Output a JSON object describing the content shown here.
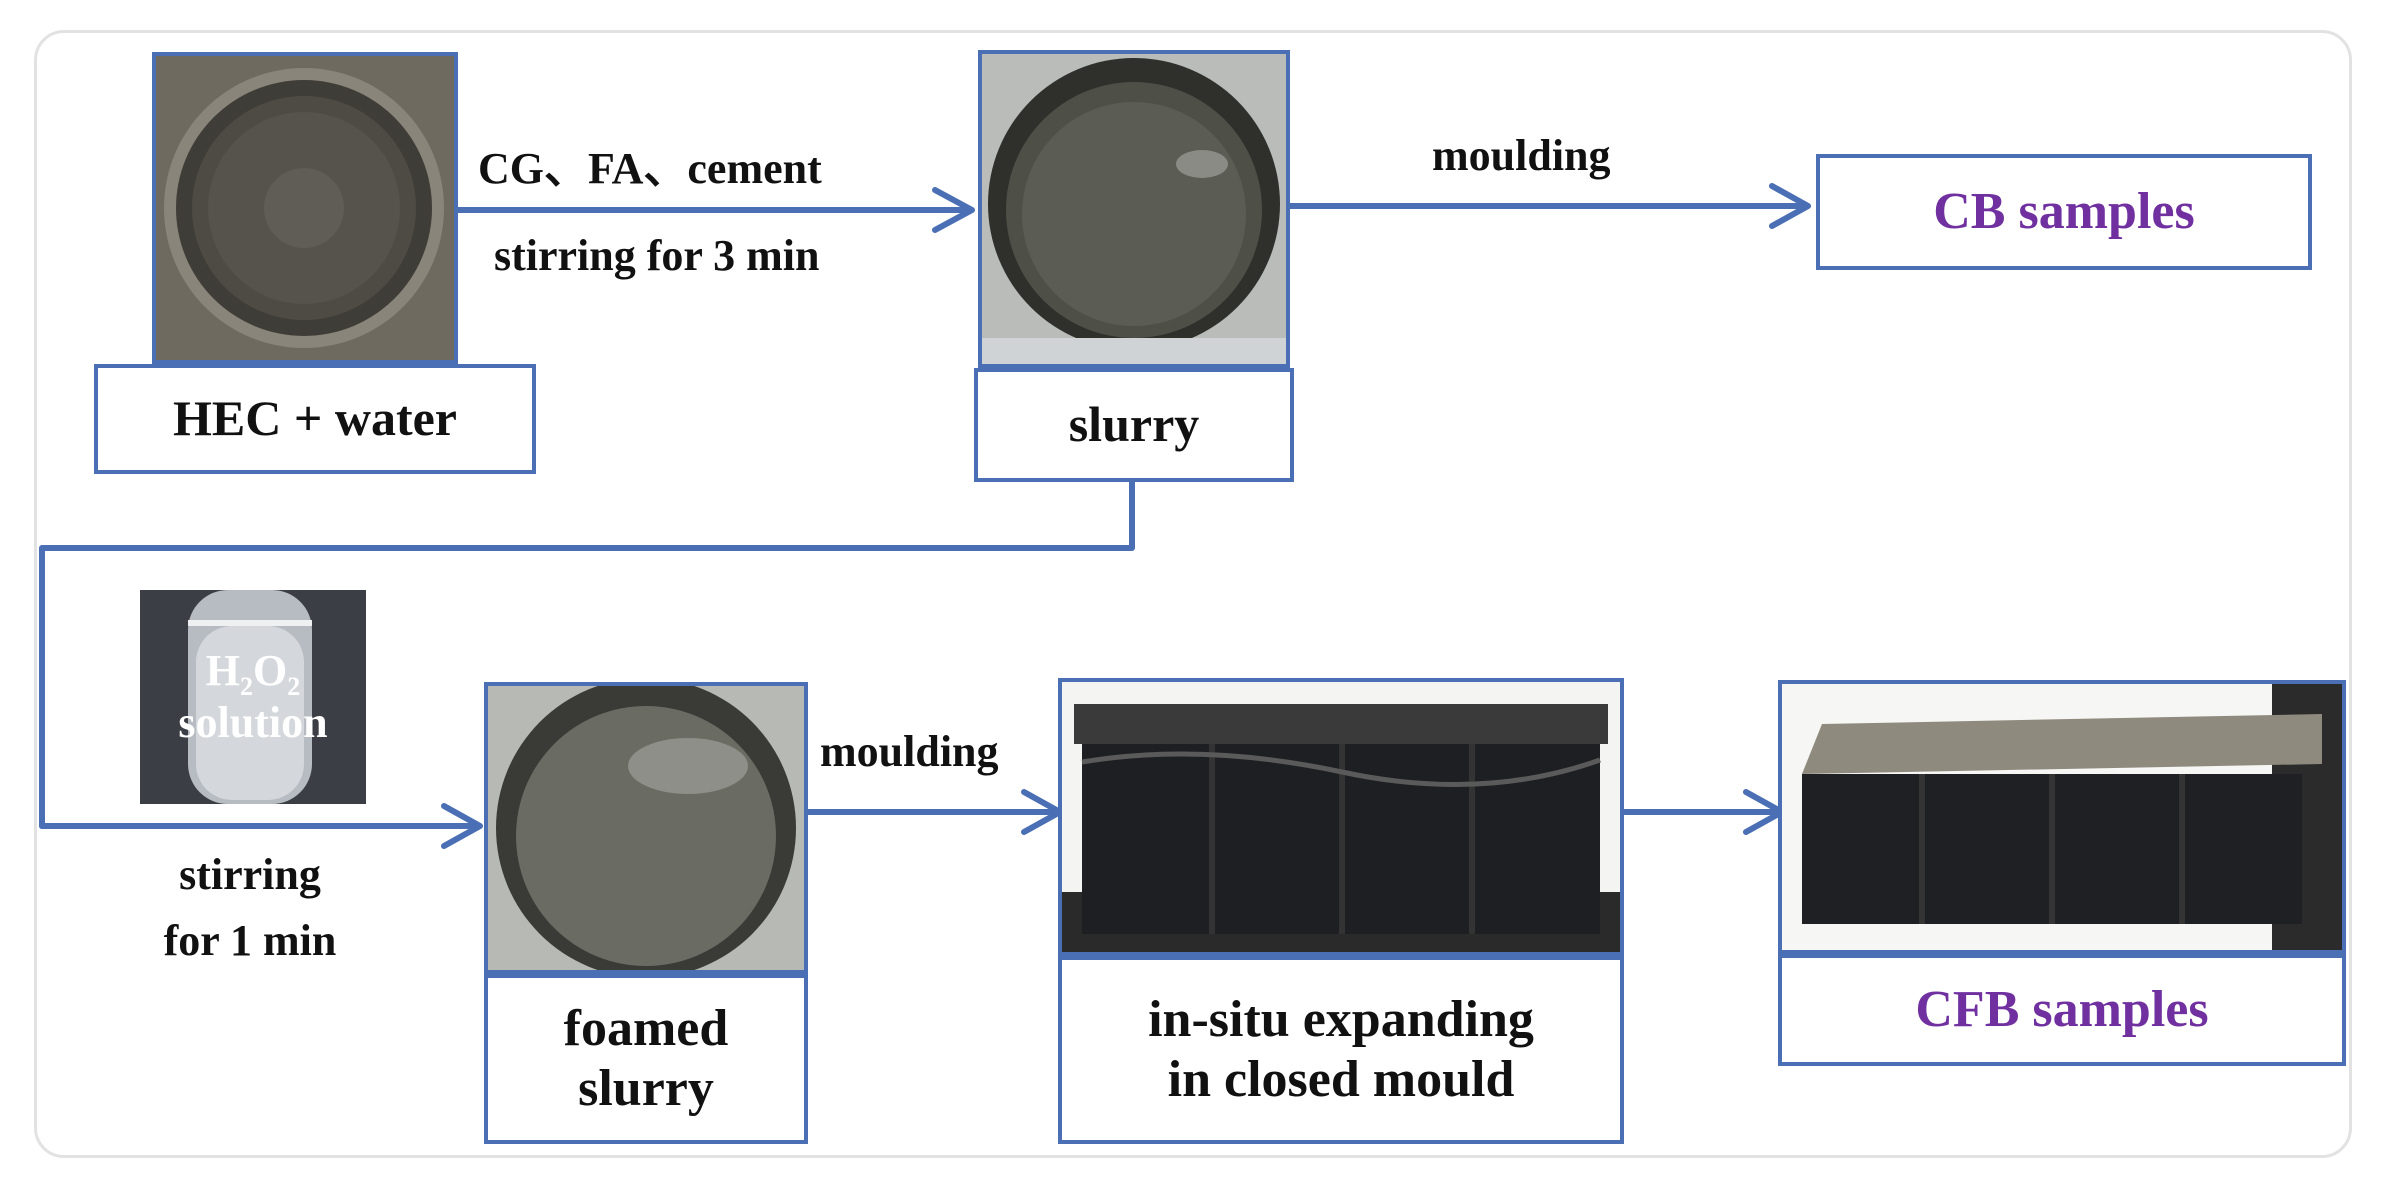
{
  "source_materials": "HEC + water",
  "additives": "CG、FA、cement",
  "stir_3min": "stirring for 3 min",
  "slurry": "slurry",
  "moulding_top": "moulding",
  "cb_samples": "CB samples",
  "foaming_agent": {
    "line1_main": "H",
    "line1_sub1": "2",
    "line1_mid": "O",
    "line1_sub2": "2",
    "line2": "solution"
  },
  "stir_1min": {
    "line1": "stirring",
    "line2": "for 1 min"
  },
  "foamed_slurry": {
    "line1": "foamed",
    "line2": "slurry"
  },
  "moulding_bottom": "moulding",
  "expanding": {
    "line1": "in-situ expanding",
    "line2": "in closed mould"
  },
  "cfb_samples": "CFB samples",
  "colors": {
    "arrow": "#4a6fb5",
    "box_border": "#4a6fb5",
    "sample_text": "#7030a0"
  }
}
